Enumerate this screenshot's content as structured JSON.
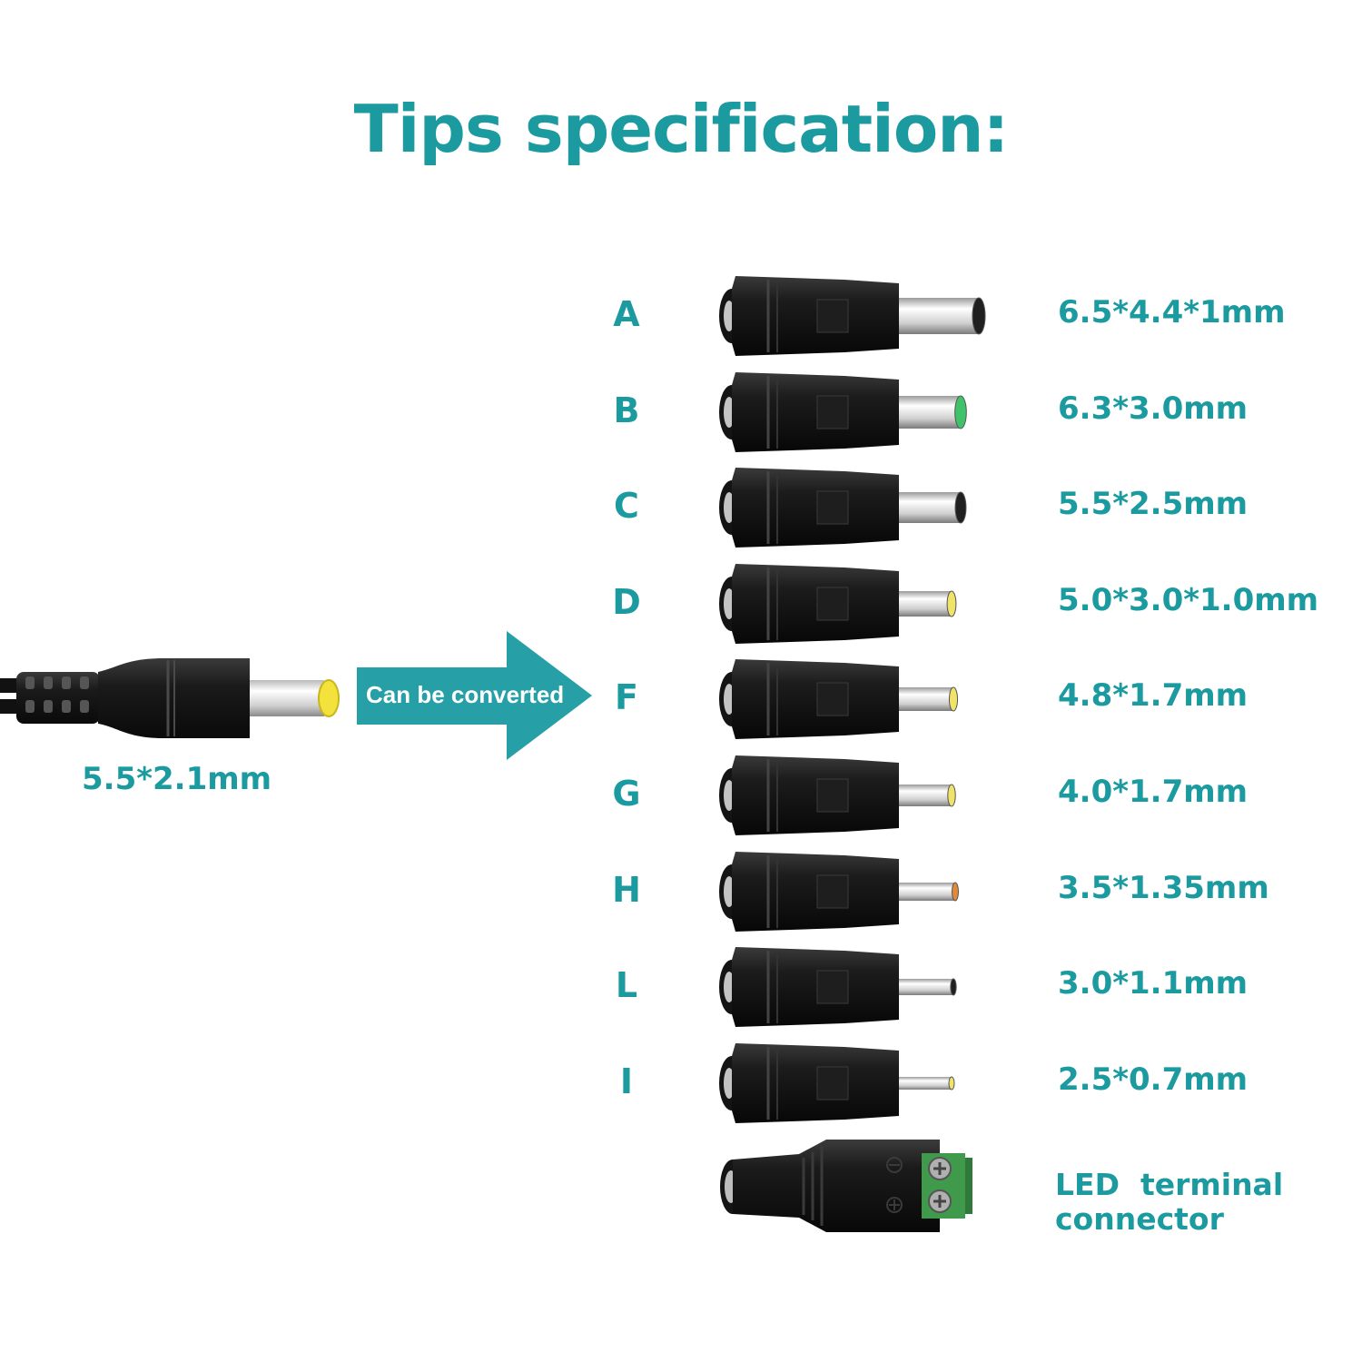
{
  "title": "Tips specification:",
  "source_plug": {
    "spec": "5.5*2.1mm",
    "tip_color": "#f3e23b"
  },
  "arrow": {
    "label": "Can be converted",
    "color": "#26a0a6"
  },
  "accent_color": "#1b9aa0",
  "tips": [
    {
      "letter": "A",
      "spec": "6.5*4.4*1mm",
      "tip_color": "#202020"
    },
    {
      "letter": "B",
      "spec": "6.3*3.0mm",
      "tip_color": "#3fc36a"
    },
    {
      "letter": "C",
      "spec": "5.5*2.5mm",
      "tip_color": "#202020"
    },
    {
      "letter": "D",
      "spec": "5.0*3.0*1.0mm",
      "tip_color": "#efe36a"
    },
    {
      "letter": "F",
      "spec": "4.8*1.7mm",
      "tip_color": "#efe36a"
    },
    {
      "letter": "G",
      "spec": "4.0*1.7mm",
      "tip_color": "#efe36a"
    },
    {
      "letter": "H",
      "spec": "3.5*1.35mm",
      "tip_color": "#e08a3a"
    },
    {
      "letter": "L",
      "spec": "3.0*1.1mm",
      "tip_color": "#202020"
    },
    {
      "letter": "I",
      "spec": "2.5*0.7mm",
      "tip_color": "#efe36a"
    }
  ],
  "led_connector": {
    "label": "LED  terminal\nconnector",
    "terminal_color": "#3f9a4c"
  }
}
